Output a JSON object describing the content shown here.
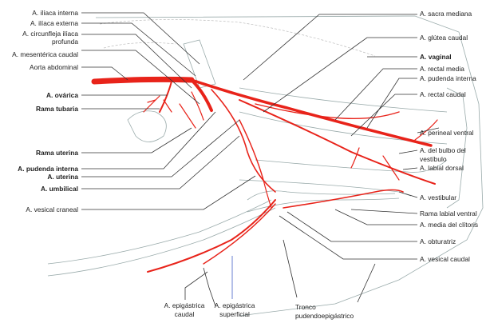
{
  "colors": {
    "artery": "#e8231a",
    "leader": "#333333",
    "superficial_leader": "#6a7fd0"
  },
  "left_labels": [
    {
      "text": "A. ilíaca interna",
      "bold": false
    },
    {
      "text": "A. ilíaca externa",
      "bold": false
    },
    {
      "text": "A. circunfleja ilíaca",
      "bold": false
    },
    {
      "text": "profunda",
      "bold": false
    },
    {
      "text": "A. mesentérica caudal",
      "bold": false
    },
    {
      "text": "Aorta abdominal",
      "bold": false
    },
    {
      "text": "A. ovárica",
      "bold": true
    },
    {
      "text": "Rama tubaria",
      "bold": true
    },
    {
      "text": "Rama uterina",
      "bold": true
    },
    {
      "text": "A. pudenda interna",
      "bold": true
    },
    {
      "text": "A. uterina",
      "bold": true
    },
    {
      "text": "A. umbilical",
      "bold": true
    },
    {
      "text": "A. vesical craneal",
      "bold": false
    }
  ],
  "right_labels": [
    {
      "text": "A. sacra mediana"
    },
    {
      "text": "A. glútea caudal"
    },
    {
      "text": "A. vaginal"
    },
    {
      "text": "A. rectal media"
    },
    {
      "text": "A. pudenda interna"
    },
    {
      "text": "A. rectal caudal"
    },
    {
      "text": "A. perineal ventral"
    },
    {
      "text": "A. del bulbo del"
    },
    {
      "text": "vestíbulo"
    },
    {
      "text": "A. labial dorsal"
    },
    {
      "text": "A. vestibular"
    },
    {
      "text": "Rama labial ventral"
    },
    {
      "text": "A. media del clítoris"
    },
    {
      "text": "A. obturatriz"
    },
    {
      "text": "A. vesical caudal"
    }
  ],
  "bottom_labels": [
    {
      "text": "A. epigástrica"
    },
    {
      "text": "caudal"
    },
    {
      "text": "A. epigástrica"
    },
    {
      "text": "superficial"
    },
    {
      "text": "Tronco"
    },
    {
      "text": "pudendoepigástrico"
    }
  ]
}
